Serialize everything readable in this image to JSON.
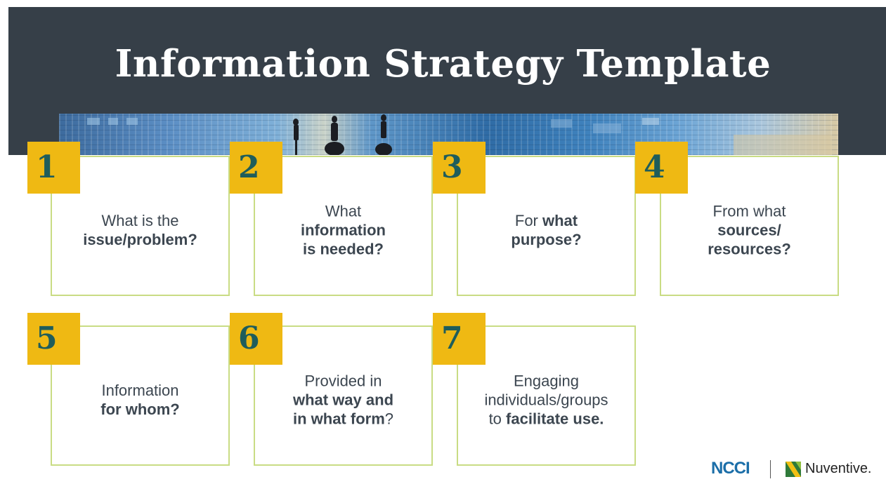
{
  "title": "Information Strategy Template",
  "colors": {
    "header": "#363f48",
    "badge": "#efb913",
    "number": "#1f5d5b",
    "card_border": "#c9dc84"
  },
  "cards": [
    {
      "number": "1",
      "l1": "What is the",
      "l2": "issue/problem?",
      "l3": ""
    },
    {
      "number": "2",
      "l1": "What",
      "l2": "information",
      "l3": "is needed?"
    },
    {
      "number": "3",
      "l1": "For what",
      "l2": "purpose?",
      "l3": ""
    },
    {
      "number": "4",
      "l1": "From what",
      "l2": "sources/",
      "l3": "resources?"
    },
    {
      "number": "5",
      "l1": "Information",
      "l2": "for whom?",
      "l3": ""
    },
    {
      "number": "6",
      "l1": "Provided in",
      "l2": "what way and",
      "l3": "in what form?"
    },
    {
      "number": "7",
      "l1": "Engaging",
      "l2": "individuals/groups",
      "l3": "to facilitate use."
    }
  ],
  "logos": {
    "ncci": "NCCI",
    "nuventive": "Nuventive."
  }
}
